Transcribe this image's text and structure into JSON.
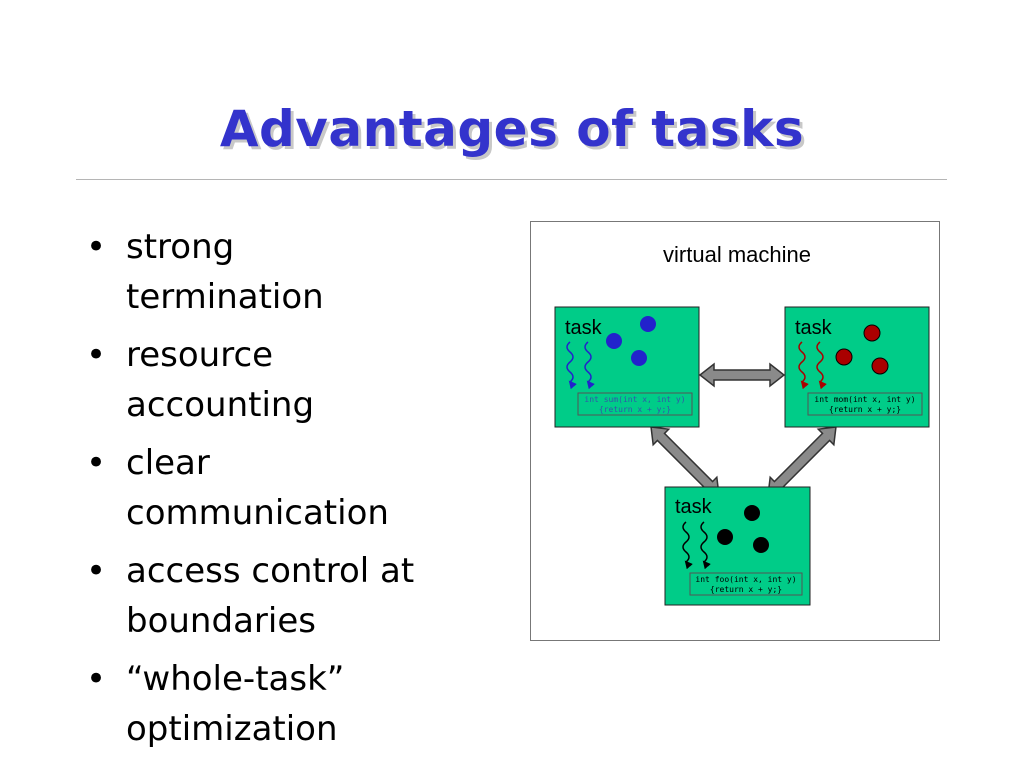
{
  "slide": {
    "title": "Advantages of tasks",
    "bullets": [
      {
        "line1": "strong",
        "line2": "termination"
      },
      {
        "line1": "resource",
        "line2": "accounting"
      },
      {
        "line1": "clear",
        "line2": "communication"
      },
      {
        "line1": "access control at",
        "line2": "boundaries"
      },
      {
        "line1": "“whole-task”",
        "line2": "optimization"
      }
    ]
  },
  "diagram": {
    "container_label": "virtual machine",
    "tasks": [
      {
        "label": "task",
        "code_line1": "int sum(int x, int y)",
        "code_line2": "{return x + y;}",
        "dot_color": "#2222cc"
      },
      {
        "label": "task",
        "code_line1": "int mom(int x, int y)",
        "code_line2": "{return x + y;}",
        "dot_color": "#aa0000"
      },
      {
        "label": "task",
        "code_line1": "int foo(int x, int y)",
        "code_line2": "{return x + y;}",
        "dot_color": "#000000"
      }
    ],
    "colors": {
      "task_fill": "#00cc88",
      "title": "#3333cc",
      "arrow": "#8a8a8a"
    }
  }
}
